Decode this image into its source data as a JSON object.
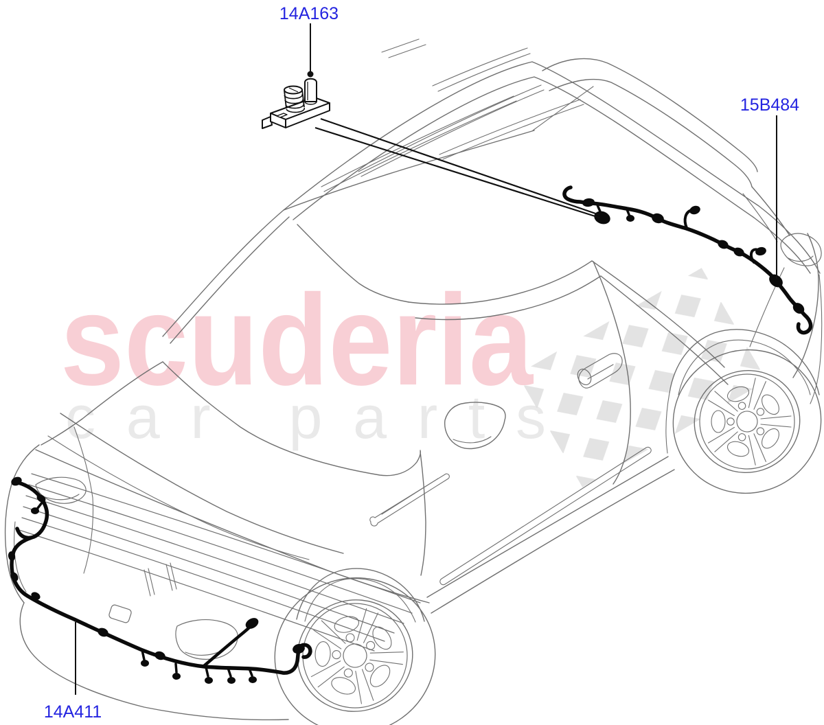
{
  "page": {
    "background_color": "#ffffff"
  },
  "watermark": {
    "brand": "scuderia",
    "tagline": "car parts",
    "brand_color": "#f8cfd5",
    "tagline_color": "#e9e9e9",
    "checker_color": "#dcdcdc"
  },
  "diagram": {
    "line_color": "#707070",
    "harness_color": "#0b0b0b",
    "label_color": "#2424e0",
    "callouts": [
      {
        "id": "14A163"
      },
      {
        "id": "15B484"
      },
      {
        "id": "14A411"
      }
    ]
  }
}
